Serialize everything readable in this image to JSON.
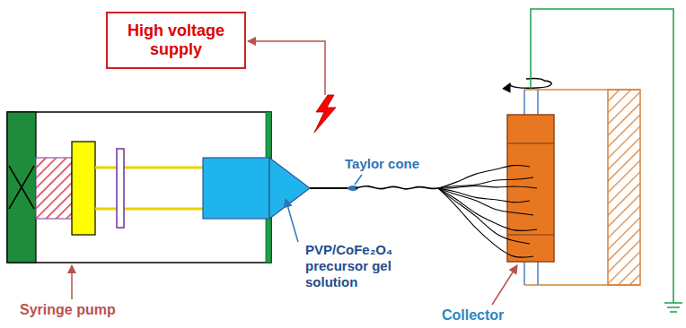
{
  "diagram": {
    "nodes": [
      {
        "text": [
          "High voltage supply"
        ]
      }
    ],
    "labels": [
      "Taylor cone",
      "PVP/CoFe₂O₄ precursor gel solution",
      "Syringe pump",
      "Collector"
    ]
  }
}
